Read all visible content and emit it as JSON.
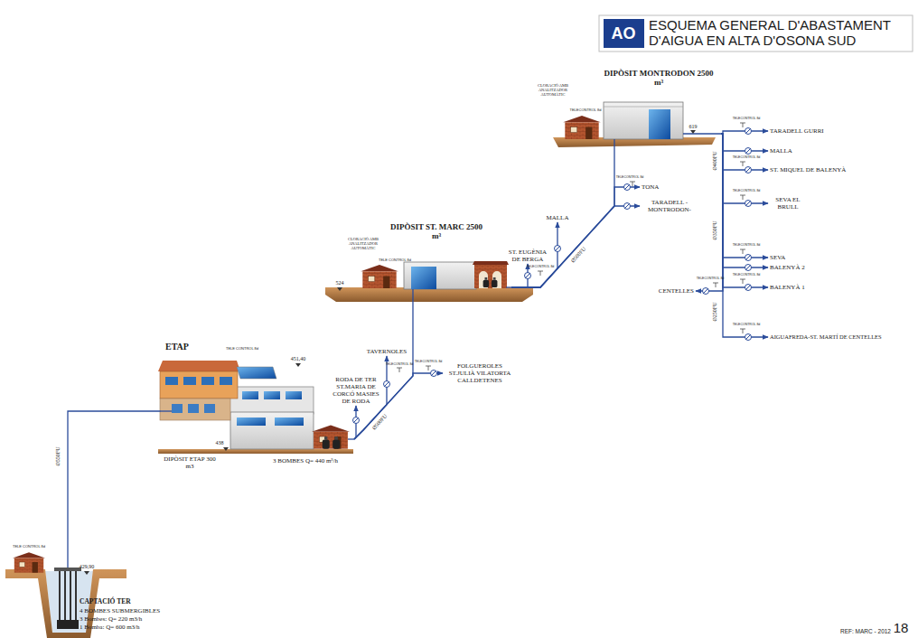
{
  "diagram": {
    "title": "ESQUEMA GENERAL D'ABASTAMENT D'AIGUA EN ALTA D'OSONA SUD",
    "nodes": [
      {
        "text": [
          "CAPTACIÓ TER",
          "4 BOMBES SUBMERGIBLES",
          "3 Bombes: Q= 220 m3/h",
          "1 Bomba: Q= 600 m3/h"
        ]
      },
      {
        "text": [
          "ETAP",
          "DIPÒSIT ETAP 300 m3",
          "3 BOMBES Q= 440 m³/h"
        ]
      },
      {
        "text": [
          "DIPÒSIT ST. MARC 2500 m³",
          "CLORACIÓ AMB ANALITZADOR AUTOMÀTIC"
        ]
      },
      {
        "text": [
          "DIPÒSIT MONTRODON 2500 m³",
          "CLORACIÓ AMB ANALITZADOR AUTOMÀTIC"
        ]
      },
      {
        "text": [
          "RODA DE TER ST.MARIA DE CORCÓ MASIES DE RODA"
        ]
      },
      {
        "text": [
          "TAVERNOLES"
        ]
      },
      {
        "text": [
          "FOLGUEROLES ST.JULIÀ VILATORTA CALLDETENES"
        ]
      },
      {
        "text": [
          "ST. EUGÈNIA DE BERGA"
        ]
      },
      {
        "text": [
          "MALLA"
        ]
      },
      {
        "text": [
          "TONA"
        ]
      },
      {
        "text": [
          "TARADELL -MONTRODON-"
        ]
      },
      {
        "text": [
          "TARADELL GURRI"
        ]
      },
      {
        "text": [
          "MALLA"
        ]
      },
      {
        "text": [
          "ST. MIQUEL DE BALENYÀ"
        ]
      },
      {
        "text": [
          "SEVA EL BRULL"
        ]
      },
      {
        "text": [
          "SEVA"
        ]
      },
      {
        "text": [
          "BALENYÀ 2"
        ]
      },
      {
        "text": [
          "CENTELLES"
        ]
      },
      {
        "text": [
          "BALENYÀ 1"
        ]
      },
      {
        "text": [
          "AIGUAFREDA-ST. MARTÍ DE CENTELLES"
        ]
      }
    ],
    "edges": [
      {
        "from": 0,
        "to": 1,
        "arrow": "none"
      },
      {
        "from": 1,
        "to": 2,
        "arrow": "none"
      },
      {
        "from": 2,
        "to": 3,
        "arrow": "none"
      },
      {
        "from": 1,
        "to": 4,
        "arrow": "to"
      },
      {
        "from": 1,
        "to": 5,
        "arrow": "to"
      },
      {
        "from": 1,
        "to": 6,
        "arrow": "to"
      },
      {
        "from": 2,
        "to": 7,
        "arrow": "to"
      },
      {
        "from": 2,
        "to": 8,
        "arrow": "to"
      },
      {
        "from": 2,
        "to": 9,
        "arrow": "to"
      },
      {
        "from": 2,
        "to": 10,
        "arrow": "to"
      },
      {
        "from": 3,
        "to": 11,
        "arrow": "to"
      },
      {
        "from": 3,
        "to": 12,
        "arrow": "to"
      },
      {
        "from": 3,
        "to": 13,
        "arrow": "to"
      },
      {
        "from": 3,
        "to": 14,
        "arrow": "to"
      },
      {
        "from": 3,
        "to": 15,
        "arrow": "to"
      },
      {
        "from": 3,
        "to": 16,
        "arrow": "to"
      },
      {
        "from": 3,
        "to": 17,
        "arrow": "to"
      },
      {
        "from": 3,
        "to": 18,
        "arrow": "to"
      },
      {
        "from": 3,
        "to": 19,
        "arrow": "to"
      }
    ],
    "labels": [
      "AO",
      "REF: MARC - 2012",
      "18",
      "429,90",
      "451,40",
      "438",
      "524",
      "619",
      "Ø550FU",
      "Ø500FU",
      "Ø500FU",
      "Ø400FU",
      "Ø350FU",
      "Ø250FU",
      "TELE CONTROL 8d",
      "TELE CONTROL 8d",
      "TELE CONTROL 8d",
      "TELECONTROL 8d",
      "TELECONTROL 8d",
      "TELECONTROL 8d",
      "TELECONTROL 8d",
      "TELECONTROL 8d",
      "TELECONTROL 8d",
      "TELECONTROL 8d",
      "TELECONTROL 8d",
      "TELECONTROL 8d",
      "TELECONTROL 8d",
      "TELECONTROL 8d",
      "TELECONTROL 8d"
    ]
  }
}
